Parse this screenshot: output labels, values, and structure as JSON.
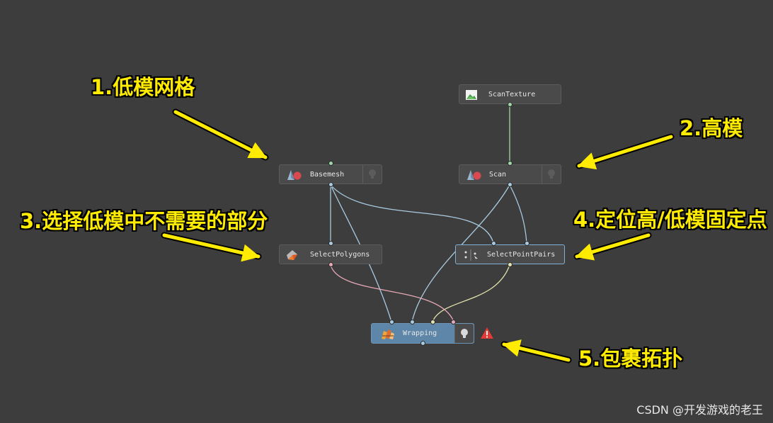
{
  "nodes": {
    "scan_texture": "ScanTexture",
    "basemesh": "Basemesh",
    "scan": "Scan",
    "select_polygons": "SelectPolygons",
    "select_point_pairs": "SelectPointPairs",
    "wrapping": "Wrapping"
  },
  "annotations": {
    "a1": "1.低模网格",
    "a2": "2.高模",
    "a3": "3.选择低模中不需要的部分",
    "a4": "4.定位高/低模固定点",
    "a5": "5.包裹拓扑"
  },
  "watermark": "CSDN @开发游戏的老王",
  "colors": {
    "background": "#3d3d3d",
    "node": "#4a4a4a",
    "node_selected_border": "#7fb1d8",
    "wrapping_node": "#5e86a8",
    "annotation_text": "#ffec00",
    "arrow": "#ffec00",
    "wire_geometry": "#a9cbe0",
    "wire_texture": "#9fd8a5",
    "wire_polygons": "#e7a9b7",
    "wire_point_pairs": "#e3e3ad",
    "warning": "#e53935"
  },
  "icons": {
    "scan_texture": "image-icon",
    "basemesh": "mesh-shape-icon",
    "scan": "mesh-shape-icon",
    "select_polygons": "select-polygons-icon",
    "select_point_pairs": "point-pairs-icon",
    "wrapping": "wrapping-icon",
    "visibility": "lightbulb-icon",
    "warning": "warning-icon"
  }
}
